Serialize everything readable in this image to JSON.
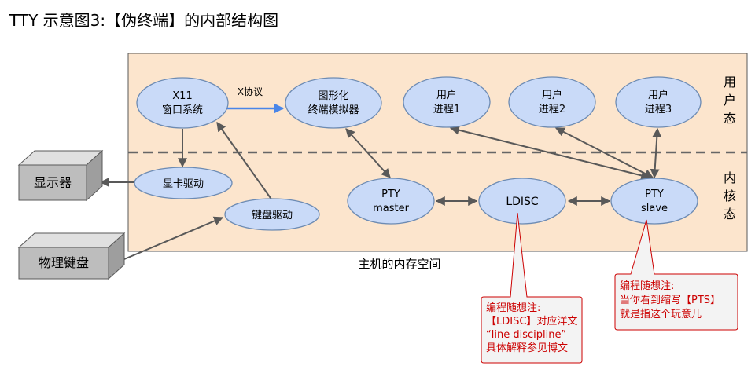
{
  "title": "TTY 示意图3:【伪终端】的内部结构图",
  "zones": {
    "user_space": [
      "用",
      "户",
      "态"
    ],
    "kernel_space": [
      "内",
      "核",
      "态"
    ],
    "memory_label": "主机的内存空间"
  },
  "nodes": {
    "x11": [
      "X11",
      "窗口系统"
    ],
    "emulator": [
      "图形化",
      "终端模拟器"
    ],
    "proc1": [
      "用户",
      "进程1"
    ],
    "proc2": [
      "用户",
      "进程2"
    ],
    "proc3": [
      "用户",
      "进程3"
    ],
    "display_driver": "显卡驱动",
    "keyboard_driver": "键盘驱动",
    "pty_master": [
      "PTY",
      "master"
    ],
    "ldisc": "LDISC",
    "pty_slave": [
      "PTY",
      "slave"
    ]
  },
  "devices": {
    "monitor": "显示器",
    "keyboard": "物理键盘"
  },
  "edge_labels": {
    "x_protocol": "X协议"
  },
  "notes": {
    "ldisc_note": [
      "编程随想注:",
      "【LDISC】对应洋文",
      "“line discipline”",
      "具体解释参见博文"
    ],
    "pts_note": [
      "编程随想注:",
      "当你看到缩写【PTS】",
      "就是指这个玩意儿"
    ]
  },
  "colors": {
    "region_fill": "#fce5cd",
    "node_fill": "#c9daf8",
    "arrow": "#595959",
    "x_protocol_arrow": "#4a86e8",
    "note_text": "#cc0000"
  }
}
